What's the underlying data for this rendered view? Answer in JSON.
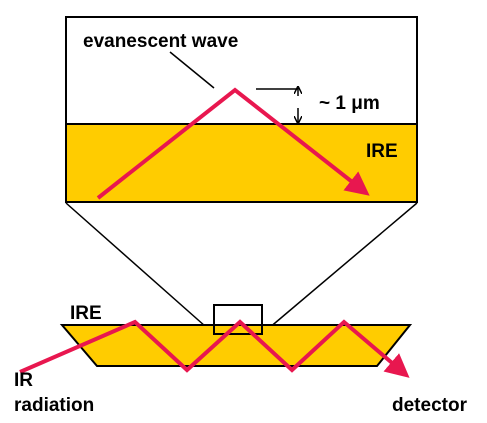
{
  "labels": {
    "evanescent_wave": "evanescent wave",
    "depth_approx": "~ 1",
    "depth_unit": "μm",
    "ire_zoom": "IRE",
    "ire_crystal": "IRE",
    "ir_line1": "IR",
    "ir_line2": "radiation",
    "detector": "detector"
  },
  "colors": {
    "crystal_fill": "#ffcc00",
    "beam": "#e8174f",
    "outline": "#000000",
    "background": "#ffffff"
  }
}
